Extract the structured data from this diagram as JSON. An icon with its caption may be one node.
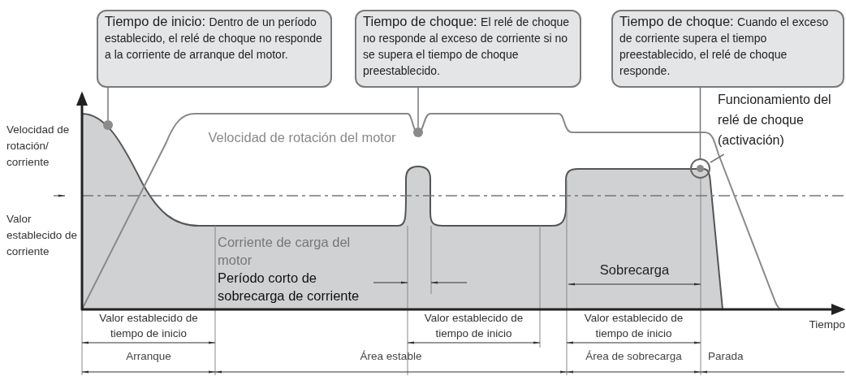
{
  "diagram": {
    "nodes": [
      {
        "text": [
          "Tiempo de inicio:",
          "Dentro de un período establecido, el relé de choque no responde a la corriente de arranque del motor."
        ]
      },
      {
        "text": [
          "Tiempo de choque:",
          "El relé de choque no responde al exceso de corriente si no se supera el tiempo de choque preestablecido."
        ]
      },
      {
        "text": [
          "Tiempo de choque:",
          "Cuando el exceso de corriente supera el tiempo preestablecido, el relé de choque responde."
        ]
      },
      {
        "text": [],
        "shape": "circle"
      },
      {
        "text": [],
        "shape": "circle"
      },
      {
        "text": [],
        "shape": "circle"
      },
      {
        "text": [
          "Funcionamiento del relé de choque (activación)"
        ]
      }
    ],
    "edges": [
      {
        "from": 0,
        "to": 3,
        "arrow": "none"
      },
      {
        "from": 1,
        "to": 4,
        "arrow": "none"
      },
      {
        "from": 2,
        "to": 5,
        "arrow": "none"
      },
      {
        "from": 6,
        "to": 5,
        "arrow": "none"
      }
    ],
    "labels": [
      "Velocidad de rotación/ corriente",
      "Valor establecido de corriente",
      "Velocidad de rotación del motor",
      "Corriente de carga del motor",
      "Período corto de sobrecarga de corriente",
      "Sobrecarga",
      "Valor establecido de tiempo de inicio",
      "Valor establecido de tiempo de inicio",
      "Valor establecido de tiempo de inicio",
      "Tiempo",
      "Arranque",
      "Área estable",
      "Área de sobrecarga",
      "Parada"
    ]
  }
}
